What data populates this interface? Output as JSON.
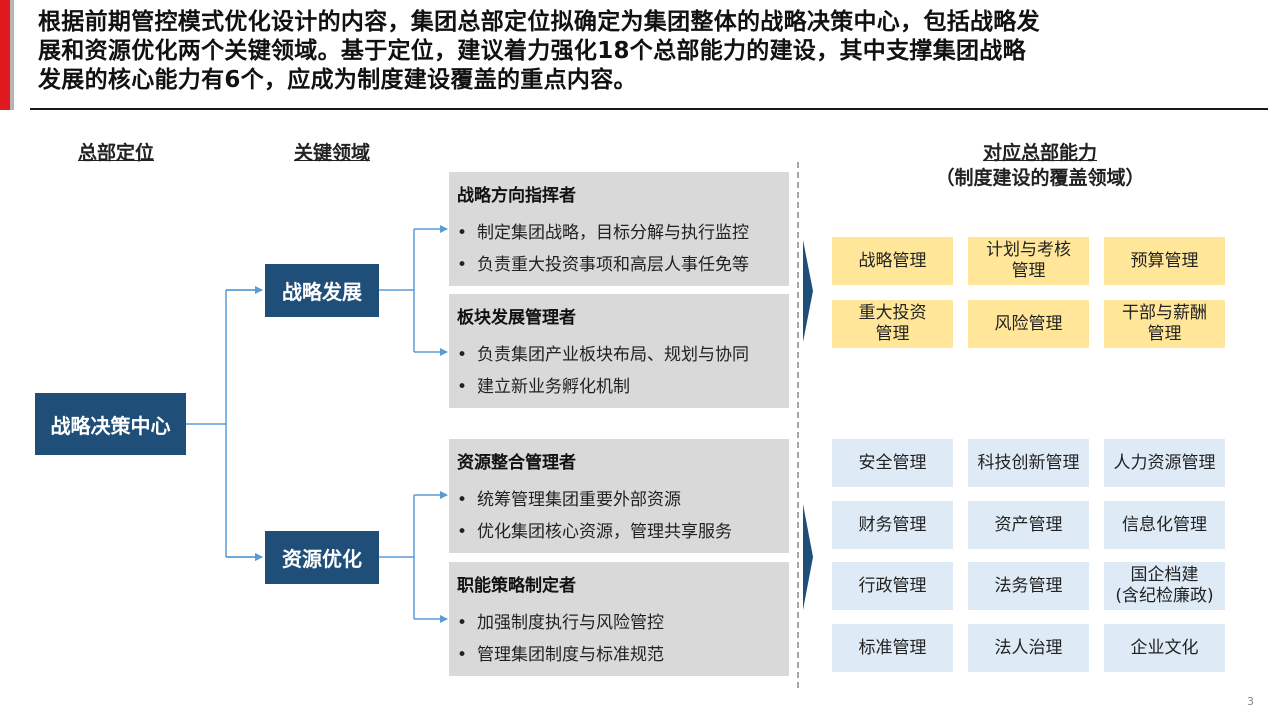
{
  "title": {
    "lines": [
      "根据前期管控模式优化设计的内容，集团总部定位拟确定为集团整体的战略决策中心，包括战略发",
      "展和资源优化两个关键领域。基于定位，建议着力强化18个总部能力的建设，其中支撑集团战略",
      "发展的核心能力有6个，应成为制度建设覆盖的重点内容。"
    ]
  },
  "headers": {
    "positioning": "总部定位",
    "key_areas": "关键领域",
    "capabilities": "对应总部能力",
    "capabilities_sub": "（制度建设的覆盖领域）"
  },
  "center": {
    "label": "战略决策中心"
  },
  "areas": [
    {
      "label": "战略发展"
    },
    {
      "label": "资源优化"
    }
  ],
  "roles": [
    {
      "title": "战略方向指挥者",
      "items": [
        "制定集团战略，目标分解与执行监控",
        "负责重大投资事项和高层人事任免等"
      ]
    },
    {
      "title": "板块发展管理者",
      "items": [
        "负责集团产业板块布局、规划与协同",
        "建立新业务孵化机制"
      ]
    },
    {
      "title": "资源整合管理者",
      "items": [
        "统筹管理集团重要外部资源",
        "优化集团核心资源，管理共享服务"
      ]
    },
    {
      "title": "职能策略制定者",
      "items": [
        "加强制度执行与风险管控",
        "管理集团制度与标准规范"
      ]
    }
  ],
  "bullet_symbol": "•",
  "core_capabilities": [
    [
      "战略管理",
      "计划与考核\n管理",
      "预算管理"
    ],
    [
      "重大投资\n管理",
      "风险管理",
      "干部与薪酬\n管理"
    ]
  ],
  "support_capabilities": [
    [
      "安全管理",
      "科技创新管理",
      "人力资源管理"
    ],
    [
      "财务管理",
      "资产管理",
      "信息化管理"
    ],
    [
      "行政管理",
      "法务管理",
      "国企档建\n(含纪检廉政)"
    ],
    [
      "标准管理",
      "法人治理",
      "企业文化"
    ]
  ],
  "page_number": "3",
  "colors": {
    "navy": "#1f4e79",
    "panel_grey": "#d9d9d9",
    "core_yellow": "#ffe699",
    "support_blue": "#deebf7",
    "accent_red": "#e0191f",
    "connector_blue": "#5b9bd5"
  }
}
